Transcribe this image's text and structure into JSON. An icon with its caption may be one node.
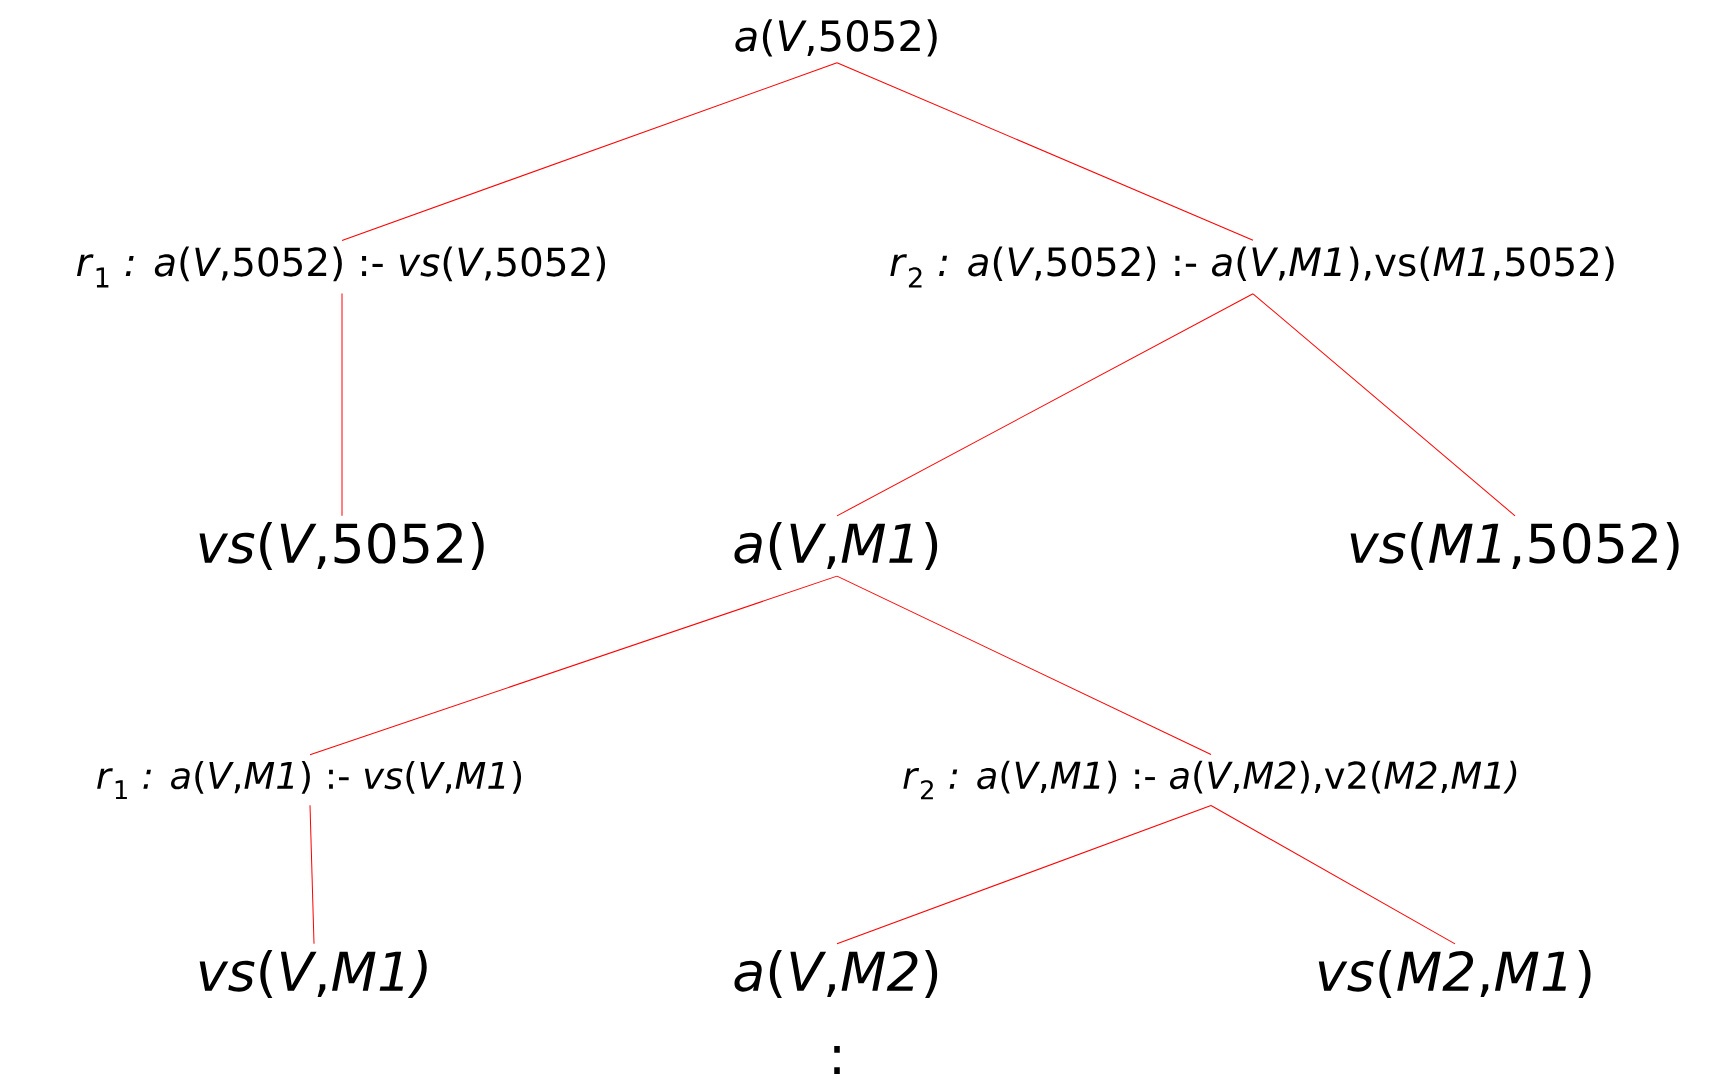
{
  "diagram": {
    "nodes": [
      {
        "text": [
          "*a*(*V*,5052)"
        ]
      },
      {
        "text": [
          "*r*$_{1}$ *: a*(*V*,5052) :- *vs*(*V*,5052)"
        ]
      },
      {
        "text": [
          "*r*$_{2}$ *: a*(*V*,5052) :- *a*(*V*,*M1*),vs(*M1*,5052)"
        ]
      },
      {
        "text": [
          "*vs*(*V*,5052)"
        ]
      },
      {
        "text": [
          "*a*(*V*,*M1*)"
        ]
      },
      {
        "text": [
          "*vs*(*M1*,5052)"
        ]
      },
      {
        "text": [
          "*r*$_{1}$ *: a*(*V*,*M1*) :- *vs*(*V*,*M1*)"
        ]
      },
      {
        "text": [
          "*r*$_{2}$ *: a*(*V*,*M1*) :- *a*(*V*,*M2*),v2(*M2*,*M1)*"
        ]
      },
      {
        "text": [
          "*vs*(*V*,*M1)*"
        ]
      },
      {
        "text": [
          "*a*(*V*,*M2*)"
        ]
      },
      {
        "text": [
          "*vs*(*M2*,*M1*)"
        ]
      }
    ],
    "edges": [
      {
        "from": 0,
        "to": 1,
        "arrow": "none"
      },
      {
        "from": 0,
        "to": 2,
        "arrow": "none"
      },
      {
        "from": 1,
        "to": 3,
        "arrow": "none"
      },
      {
        "from": 2,
        "to": 4,
        "arrow": "none"
      },
      {
        "from": 2,
        "to": 5,
        "arrow": "none"
      },
      {
        "from": 4,
        "to": 6,
        "arrow": "none"
      },
      {
        "from": 4,
        "to": 7,
        "arrow": "none"
      },
      {
        "from": 6,
        "to": 8,
        "arrow": "none"
      },
      {
        "from": 7,
        "to": 9,
        "arrow": "none"
      },
      {
        "from": 7,
        "to": 10,
        "arrow": "none"
      }
    ],
    "labels": [
      ":"
    ]
  }
}
